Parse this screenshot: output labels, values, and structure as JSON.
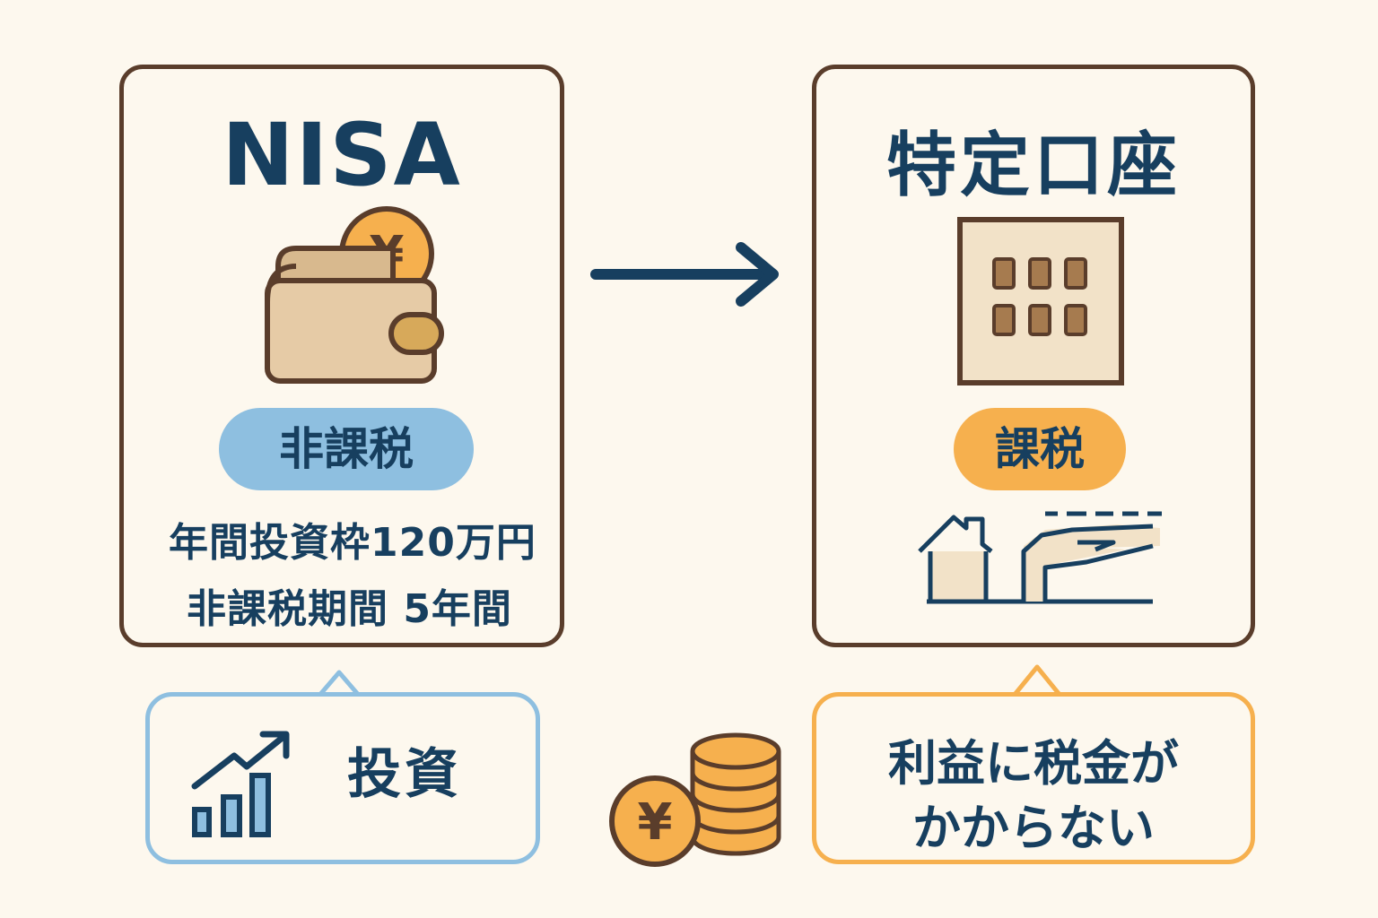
{
  "nisa": {
    "title": "NISA",
    "badge": "非課税",
    "annual_limit": "年間投資枠120万円",
    "tax_free_period": "非課税期間 5年間",
    "wallet_coin_symbol": "¥"
  },
  "tokutei": {
    "title": "特定口座",
    "badge": "課税"
  },
  "invest_bubble": {
    "label": "投資"
  },
  "tax_bubble": {
    "line1": "利益に税金が",
    "line2": "かからない"
  },
  "coin_stack": {
    "coin_symbol": "¥"
  },
  "colors": {
    "background": "#fdf8ee",
    "navy": "#173f5f",
    "brown_outline": "#5a3d2b",
    "blue_accent": "#8ebfe0",
    "orange_accent": "#f6b04e",
    "wallet": "#e3c9a4",
    "coin": "#f6b04e"
  }
}
